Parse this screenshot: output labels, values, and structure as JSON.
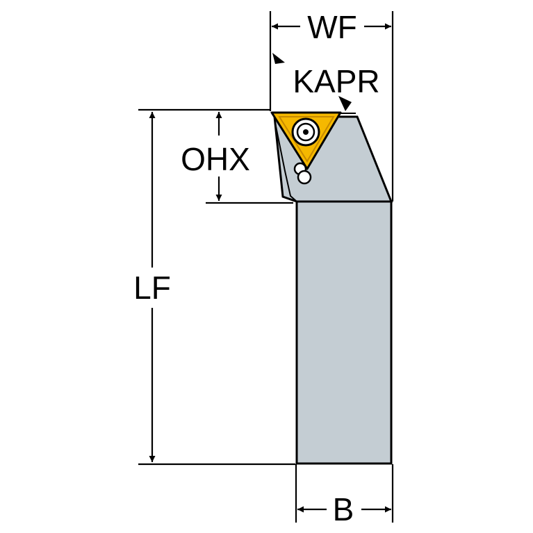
{
  "labels": {
    "wf": "WF",
    "kapr": "KAPR",
    "ohx": "OHX",
    "lf": "LF",
    "b": "B"
  },
  "colors": {
    "body": "#c4cdd3",
    "outline": "#000000",
    "insert": "#f5b800",
    "insert_dark": "#c78a00",
    "screw": "#ffffff",
    "background": "#ffffff"
  },
  "icons": {
    "insert": "triangular-insert-icon",
    "screw": "torx-screw-icon"
  }
}
